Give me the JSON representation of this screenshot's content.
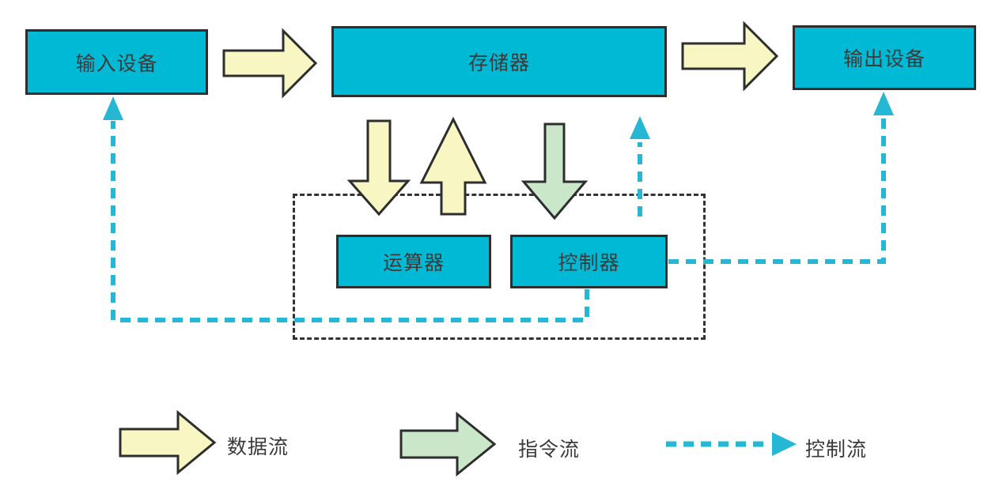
{
  "diagram": {
    "boxes": {
      "input_device": {
        "label": "输入设备"
      },
      "memory": {
        "label": "存储器"
      },
      "output_device": {
        "label": "输出设备"
      },
      "alu": {
        "label": "运算器"
      },
      "controller": {
        "label": "控制器"
      }
    },
    "legend": [
      {
        "key": "data_flow",
        "label": "数据流",
        "style": "solid-block-arrow",
        "color": "#f8f6c3"
      },
      {
        "key": "instruction_flow",
        "label": "指令流",
        "style": "solid-block-arrow",
        "color": "#cbe7ca"
      },
      {
        "key": "control_flow",
        "label": "控制流",
        "style": "dashed-line-arrow",
        "color": "#25b7d4"
      }
    ],
    "flows": [
      {
        "name": "data-flow-input-to-memory",
        "type": "数据流",
        "from": "输入设备",
        "to": "存储器"
      },
      {
        "name": "data-flow-memory-to-output",
        "type": "数据流",
        "from": "存储器",
        "to": "输出设备"
      },
      {
        "name": "data-flow-memory-to-alu",
        "type": "数据流",
        "from": "存储器",
        "to": "运算器"
      },
      {
        "name": "data-flow-alu-to-memory",
        "type": "数据流",
        "from": "运算器",
        "to": "存储器"
      },
      {
        "name": "instruction-flow-memory-to-controller",
        "type": "指令流",
        "from": "存储器",
        "to": "控制器"
      },
      {
        "name": "control-flow-controller-to-memory",
        "type": "控制流",
        "from": "控制器",
        "to": "存储器"
      },
      {
        "name": "control-flow-controller-to-input",
        "type": "控制流",
        "from": "控制器",
        "to": "输入设备"
      },
      {
        "name": "control-flow-controller-to-output",
        "type": "控制流",
        "from": "控制器",
        "to": "输出设备"
      }
    ],
    "colors": {
      "box_fill": "#00b9d4",
      "data_flow_fill": "#f8f6c3",
      "instruction_flow_fill": "#cbe7ca",
      "control_flow_color": "#25b7d4",
      "outline": "#2e2e2e",
      "background": "#ffffff",
      "text": "#3a3a3a"
    }
  }
}
